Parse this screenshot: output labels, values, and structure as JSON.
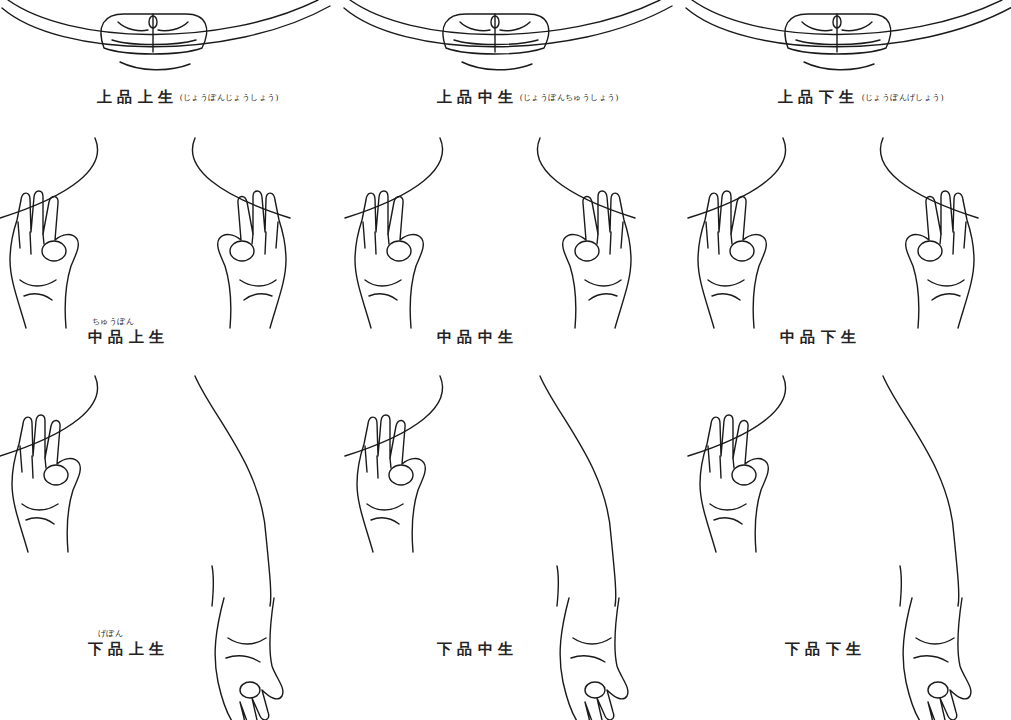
{
  "diagram": {
    "labels": [
      "上品上生",
      "(じょうぼんじょうしょう)",
      "上品中生",
      "(じょうぼんちゅうしょう)",
      "上品下生",
      "(じょうぼんげしょう)",
      "ちゅうぼん",
      "中品上生",
      "中品中生",
      "中品下生",
      "げぼん",
      "下品上生",
      "下品中生",
      "下品下生"
    ]
  }
}
